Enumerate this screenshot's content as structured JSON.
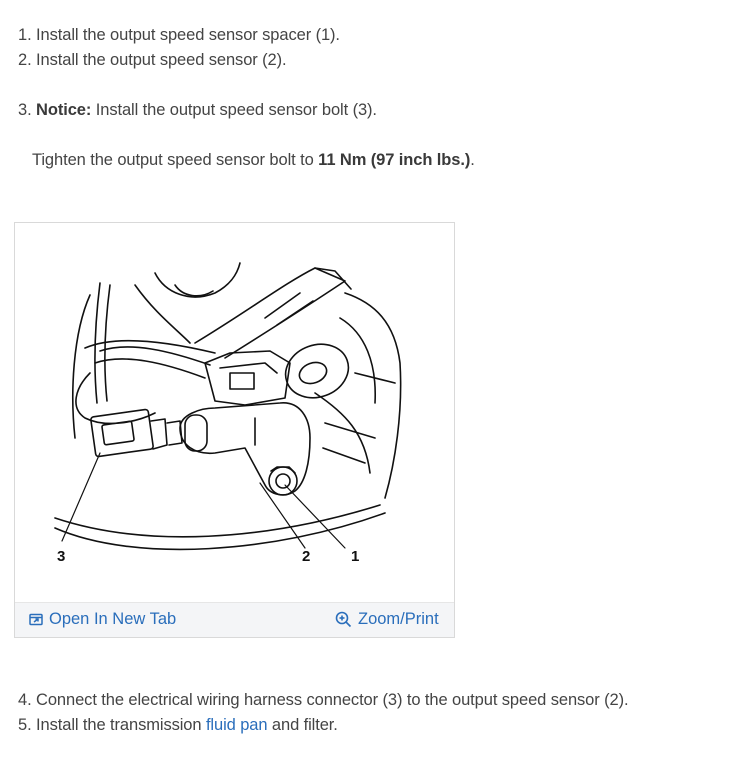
{
  "steps_top": {
    "s1": "1. Install the output speed sensor spacer (1).",
    "s2": "2. Install the output speed sensor (2).",
    "s3_num": "3.",
    "s3_label": "Notice:",
    "s3_text": "Install the output speed sensor bolt (3).",
    "torque_pre": "Tighten the output speed sensor bolt to",
    "torque_value": "11 Nm (97 inch lbs.)",
    "torque_post": "."
  },
  "figure": {
    "callouts": {
      "c1": "1",
      "c2": "2",
      "c3": "3"
    },
    "open_tab_label": "Open In New Tab",
    "zoom_label": "Zoom/Print",
    "open_tab_icon": "open-in-new-tab-icon",
    "zoom_icon": "zoom-in-icon"
  },
  "steps_bottom": {
    "s4": "4. Connect the electrical wiring harness connector (3) to the output speed sensor (2).",
    "s5_pre": "5. Install the transmission",
    "s5_link": "fluid pan",
    "s5_post": "and filter."
  },
  "colors": {
    "link": "#2a6ebb",
    "text": "#444444"
  }
}
